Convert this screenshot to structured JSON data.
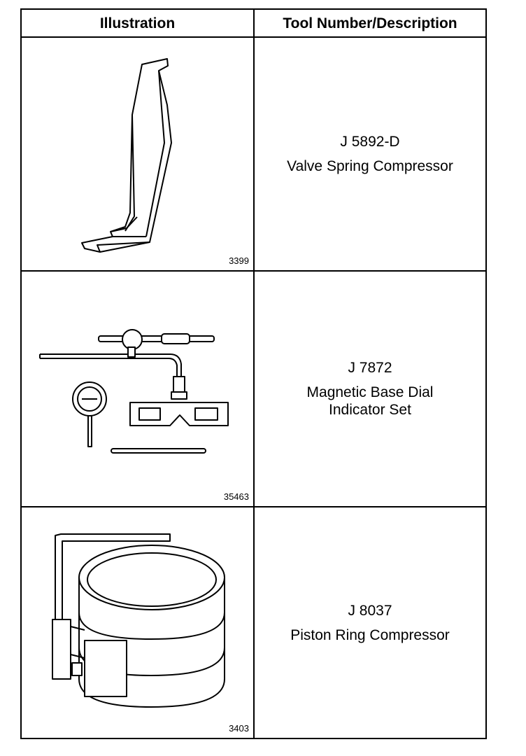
{
  "table": {
    "headers": [
      "Illustration",
      "Tool Number/Description"
    ],
    "rows": [
      {
        "figure": "3399",
        "tool_number": "J 5892-D",
        "description": "Valve Spring Compressor",
        "icon": "valve-spring-compressor-icon"
      },
      {
        "figure": "35463",
        "tool_number": "J 7872",
        "description": "Magnetic Base Dial\nIndicator Set",
        "icon": "dial-indicator-set-icon"
      },
      {
        "figure": "3403",
        "tool_number": "J 8037",
        "description": "Piston Ring Compressor",
        "icon": "piston-ring-compressor-icon"
      }
    ]
  }
}
